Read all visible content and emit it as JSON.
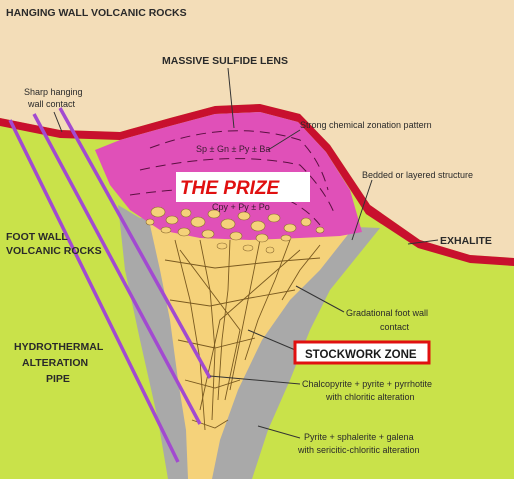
{
  "labels": {
    "hanging_wall": "HANGING WALL VOLCANIC ROCKS",
    "massive_sulfide": "MASSIVE SULFIDE LENS",
    "sharp_contact_1": "Sharp hanging",
    "sharp_contact_2": "wall contact",
    "zonation": "Strong chemical zonation pattern",
    "bedded": "Bedded or layered structure",
    "exhalite": "EXHALITE",
    "foot_wall_1": "FOOT WALL",
    "foot_wall_2": "VOLCANIC ROCKS",
    "gradational_1": "Gradational foot wall",
    "gradational_2": "contact",
    "alteration_1": "HYDROTHERMAL",
    "alteration_2": "ALTERATION",
    "alteration_3": "PIPE",
    "chalcopyrite_1": "Chalcopyrite + pyrite + pyrrhotite",
    "chalcopyrite_2": "with chloritic alteration",
    "pyrite_1": "Pyrite + sphalerite + galena",
    "pyrite_2": "with sericitic-chloritic alteration",
    "formula_upper": "Sp ± Gn ± Py ± Ba",
    "formula_lower": "Cpy + Py ± Po"
  },
  "annotations": {
    "prize": "THE PRIZE",
    "stockwork": "STOCKWORK ZONE"
  },
  "colors": {
    "hanging_wall": "#f3ddb8",
    "foot_wall": "#c9e24a",
    "sulfide_lens": "#e050b8",
    "pipe": "#a9a9a9",
    "stockwork": "#f5d27a",
    "exhalite": "#c8102e",
    "highlight_red": "#e01010",
    "overlay_lines": "#a24ad0"
  }
}
